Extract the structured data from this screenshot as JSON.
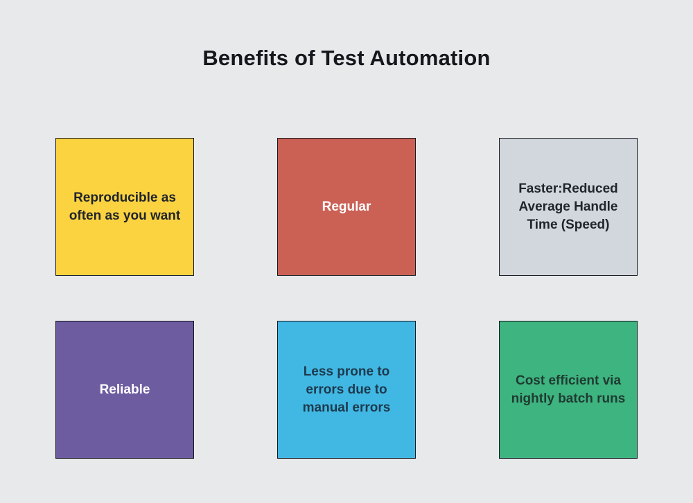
{
  "title": "Benefits of Test Automation",
  "colors": {
    "page_background": "#e7e9eb",
    "box_border": "#14171c",
    "title_text": "#14171c"
  },
  "boxes": [
    {
      "id": "reproducible",
      "label": "Reproducible as often as you want",
      "bg": "#fbd341",
      "fg": "#20242b"
    },
    {
      "id": "regular",
      "label": "Regular",
      "bg": "#cb6055",
      "fg": "#ffffff"
    },
    {
      "id": "faster",
      "label": "Faster:Reduced Average Handle Time (Speed)",
      "bg": "#d2d7dd",
      "fg": "#20242b"
    },
    {
      "id": "reliable",
      "label": "Reliable",
      "bg": "#6e5ca0",
      "fg": "#ffffff"
    },
    {
      "id": "less-errors",
      "label": "Less prone to errors due to manual errors",
      "bg": "#41b8e4",
      "fg": "#1d3a4d"
    },
    {
      "id": "cost-efficient",
      "label": "Cost efficient via nightly batch runs",
      "bg": "#3eb481",
      "fg": "#1f3b30"
    }
  ]
}
